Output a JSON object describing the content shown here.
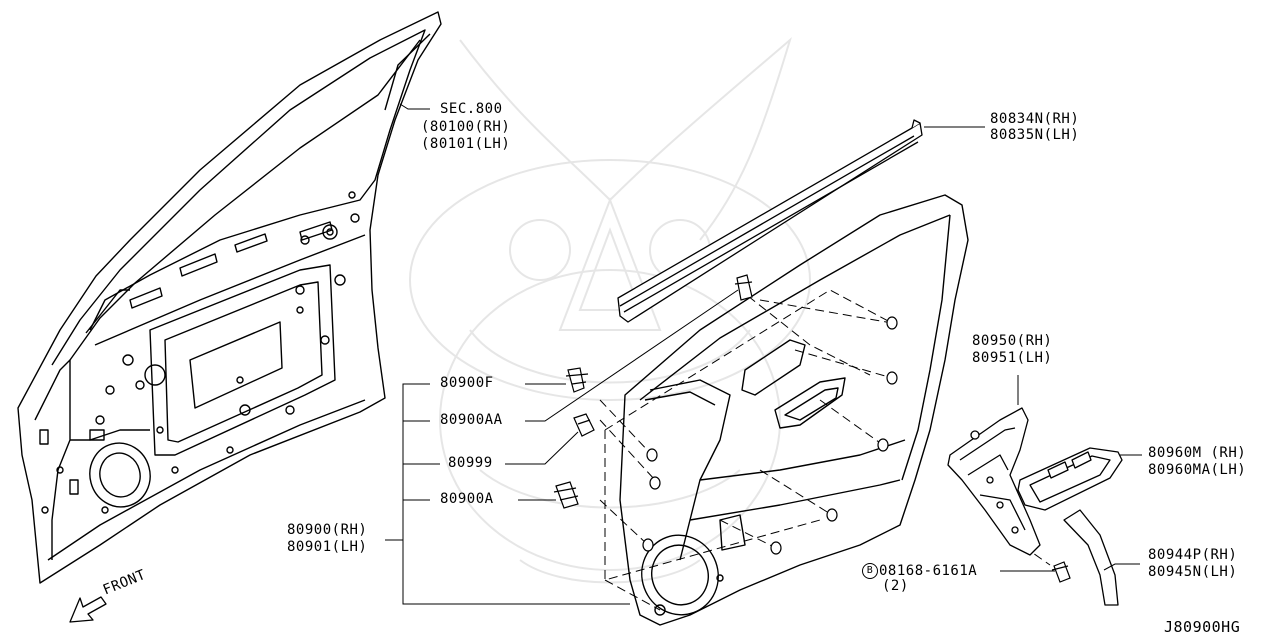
{
  "labels": {
    "sec800": "SEC.800",
    "p80100": "(80100(RH)",
    "p80101": "(80101(LH)",
    "p80834n": "80834N(RH)",
    "p80835n": "80835N(LH)",
    "p80950": "80950(RH)",
    "p80951": "80951(LH)",
    "p80960m": "80960M (RH)",
    "p80960ma": "80960MA(LH)",
    "p80944p": "80944P(RH)",
    "p80945n": "80945N(LH)",
    "p80900f": "80900F",
    "p80900aa": "80900AA",
    "p80999": "80999",
    "p80900a": "80900A",
    "p80900": "80900(RH)",
    "p80901": "80901(LH)",
    "bolt_symbol": "B",
    "bolt_part": "08168-6161A",
    "bolt_qty": "(2)",
    "front": "FRONT",
    "diagram_code": "J80900HG"
  }
}
